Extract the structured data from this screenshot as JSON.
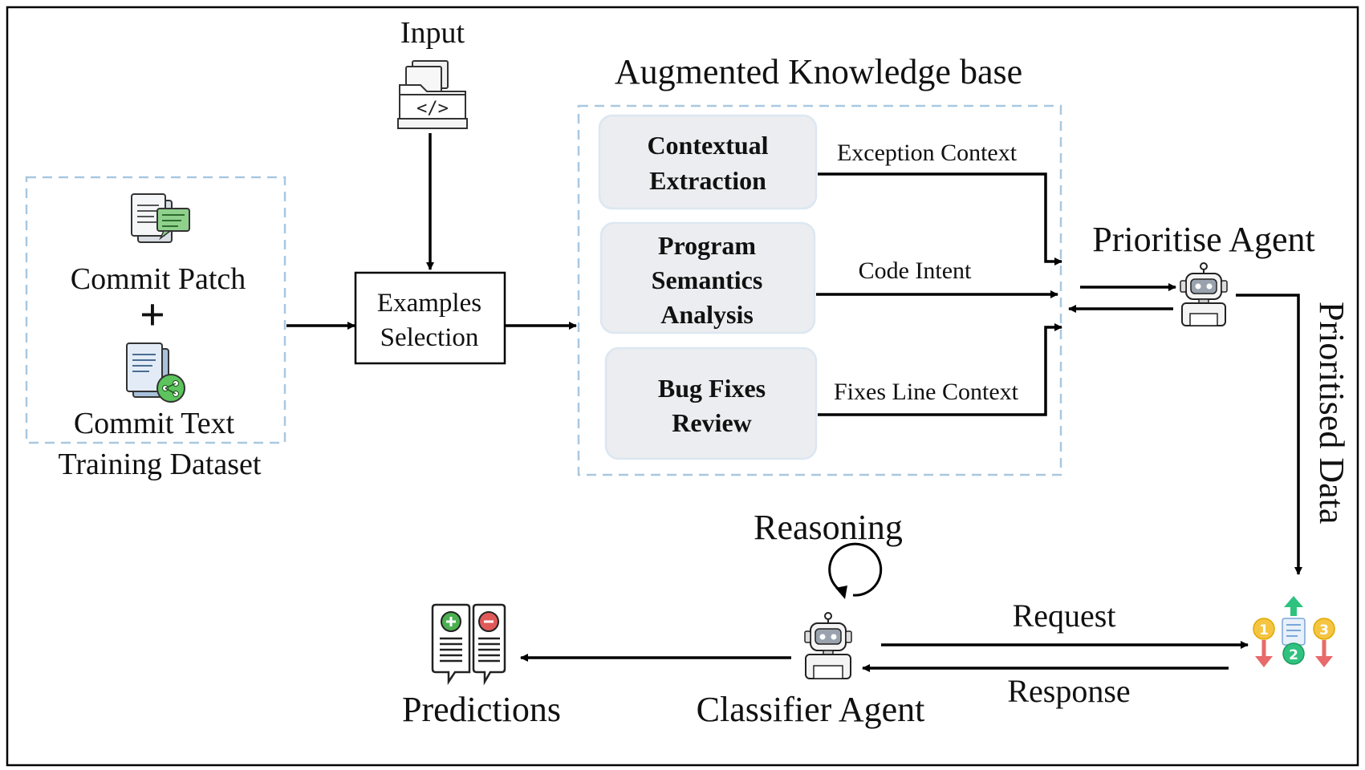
{
  "input": {
    "label": "Input"
  },
  "training": {
    "patch_label": "Commit Patch",
    "plus": "+",
    "text_label": "Commit Text",
    "dataset_label": "Training Dataset"
  },
  "selection": {
    "line1": "Examples",
    "line2": "Selection"
  },
  "knowledge_base": {
    "title": "Augmented Knowledge base",
    "modules": [
      {
        "lines": [
          "Contextual",
          "Extraction"
        ],
        "output": "Exception Context"
      },
      {
        "lines": [
          "Program",
          "Semantics",
          "Analysis"
        ],
        "output": "Code Intent"
      },
      {
        "lines": [
          "Bug Fixes",
          "Review"
        ],
        "output": "Fixes Line Context"
      }
    ]
  },
  "prioritise_agent": {
    "label": "Prioritise Agent"
  },
  "prioritised_data": {
    "label": "Prioritised Data"
  },
  "classifier_agent": {
    "label": "Classifier Agent",
    "reasoning": "Reasoning"
  },
  "exchange": {
    "request": "Request",
    "response": "Response"
  },
  "predictions": {
    "label": "Predictions"
  },
  "ranking_badges": [
    "1",
    "2",
    "3"
  ],
  "colors": {
    "kb_border": "#a9c8e0",
    "module_fill": "#ebedf0",
    "positive": "#4caf50",
    "negative": "#e05a5a",
    "badge_yellow": "#f5c542",
    "badge_green": "#2ec27e",
    "arrow_up": "#2ec27e",
    "arrow_down": "#e86a6a"
  }
}
